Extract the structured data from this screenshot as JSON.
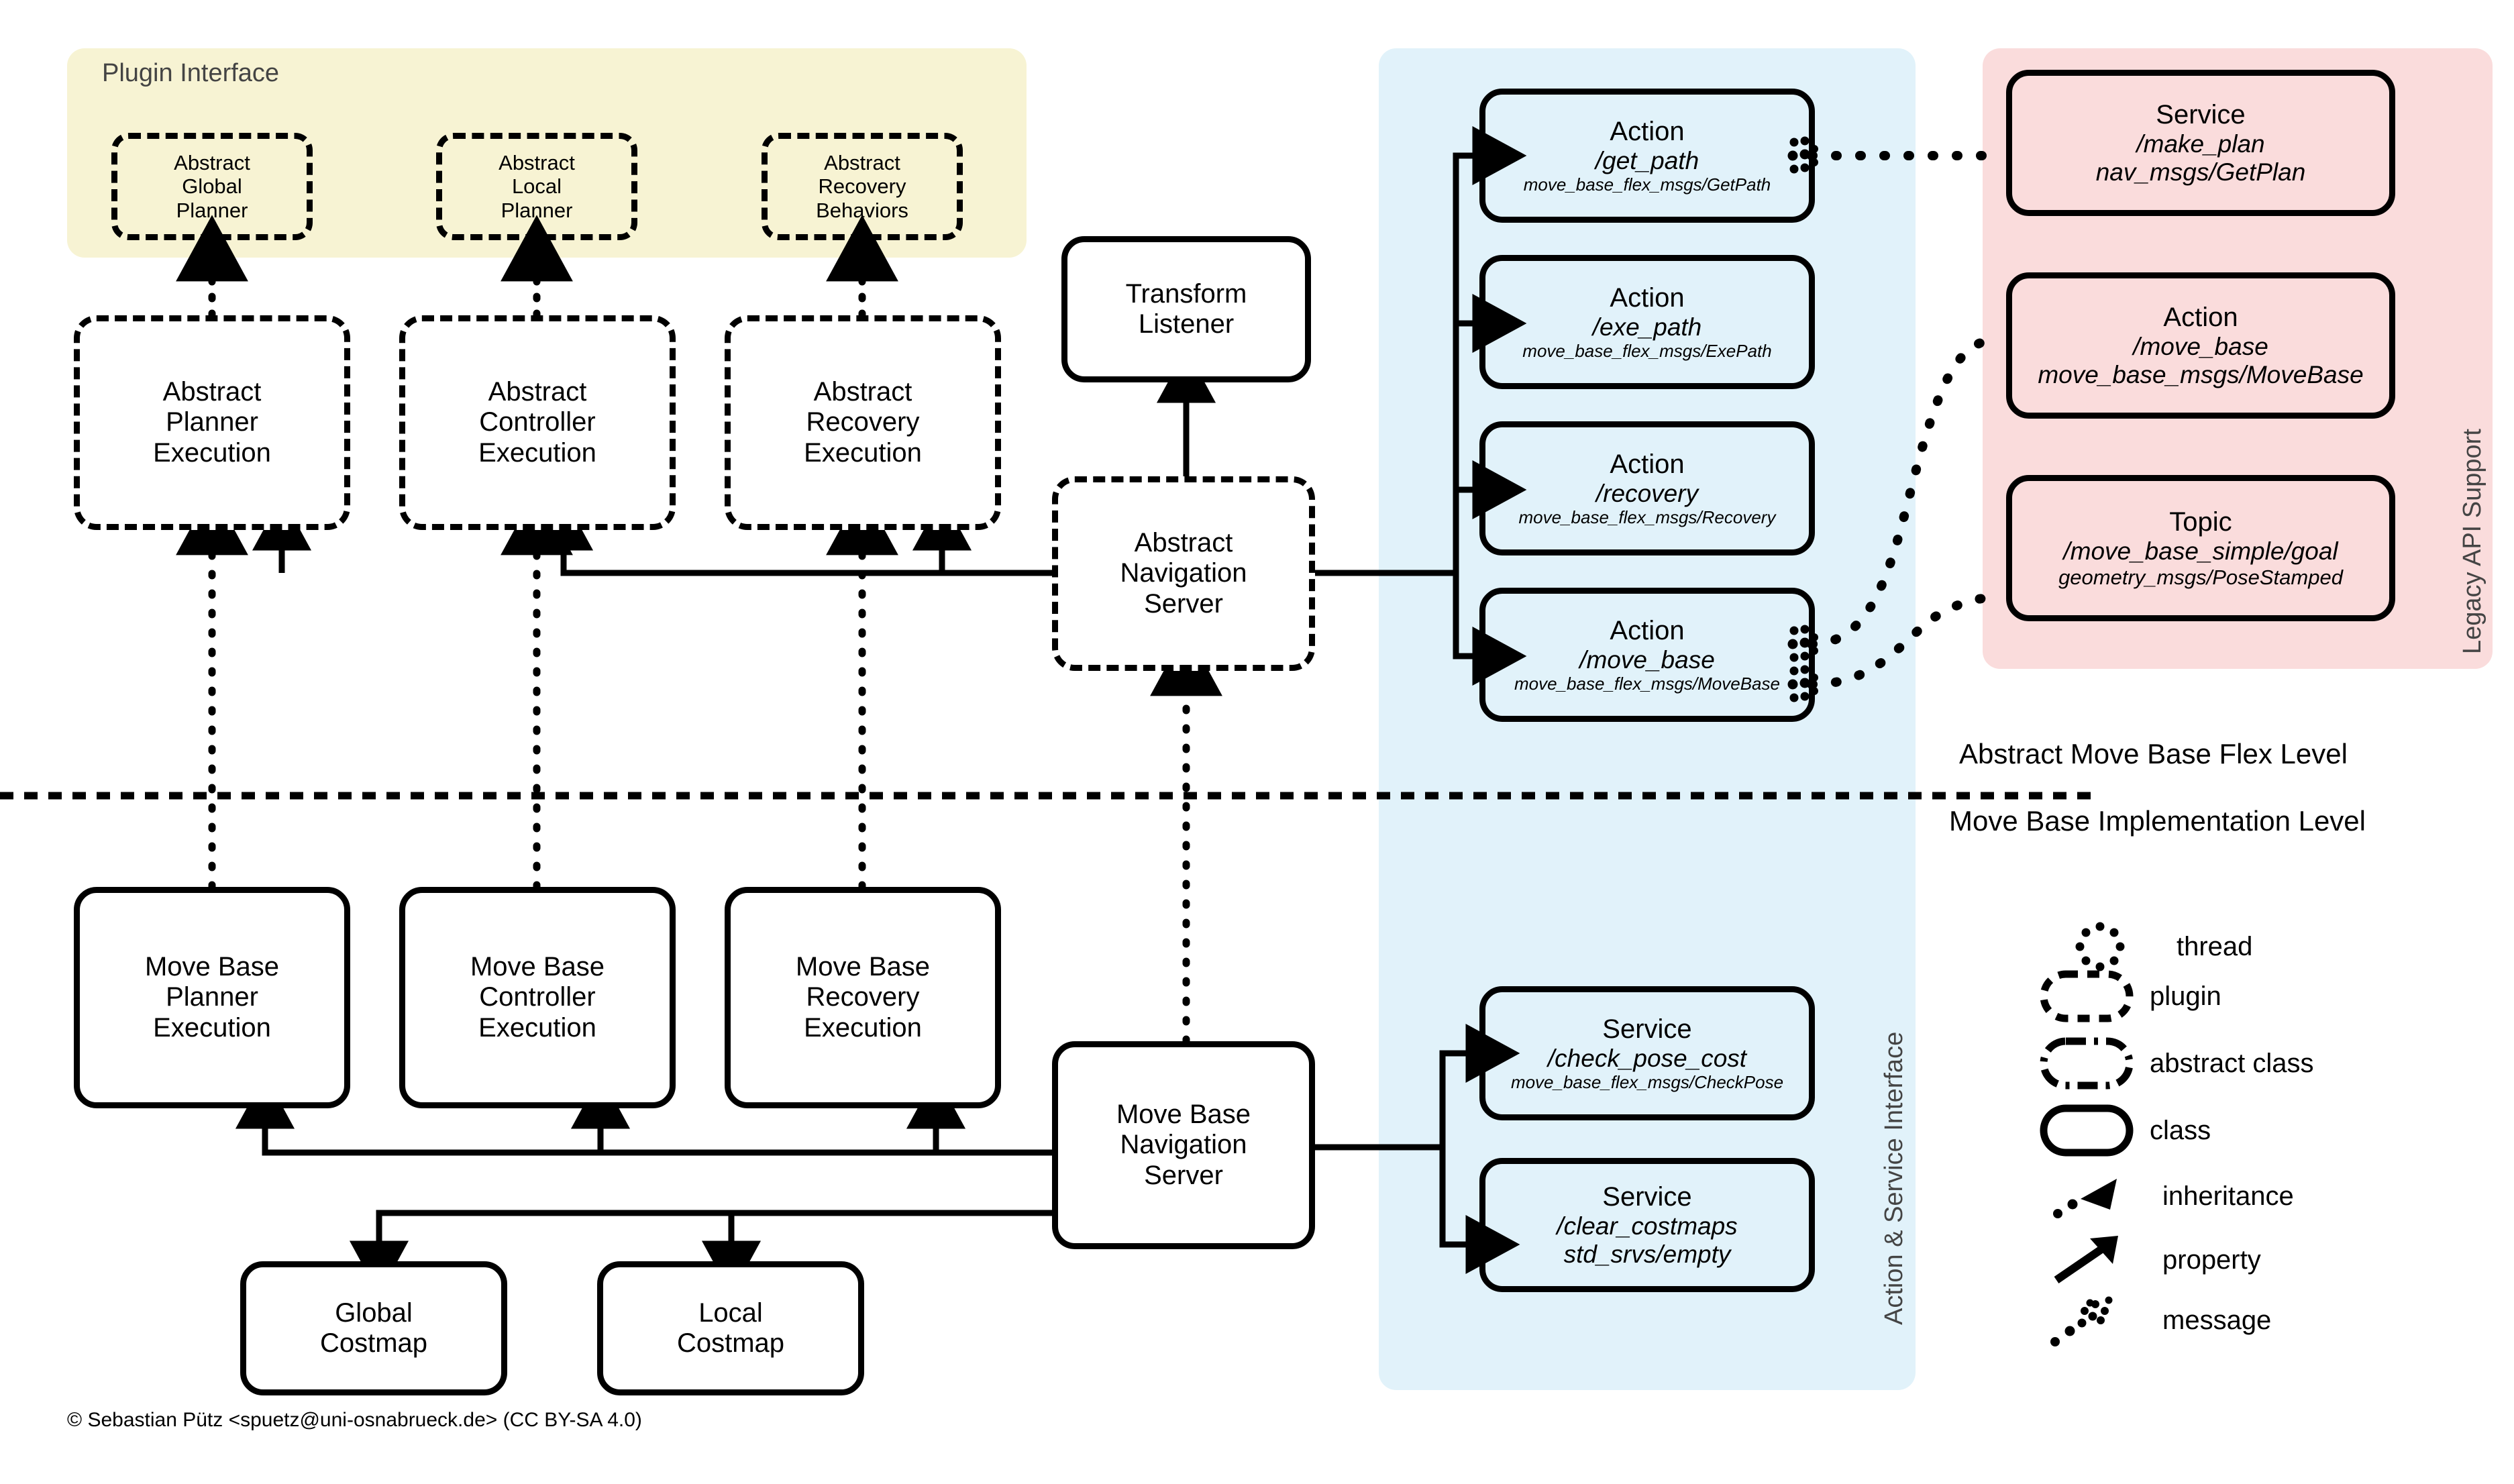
{
  "panels": [
    {
      "id": "plugin-interface",
      "title": "Plugin Interface",
      "color": "#f7f3d3",
      "title_orient": "horizontal"
    },
    {
      "id": "action-service-interface",
      "title": "Action & Service Interface",
      "color": "#e1f2fa",
      "title_orient": "vertical"
    },
    {
      "id": "legacy-api-support",
      "title": "Legacy API Support",
      "color": "#fadcdc",
      "title_orient": "vertical"
    }
  ],
  "plugins": [
    {
      "lines": [
        "Abstract",
        "Global",
        "Planner"
      ]
    },
    {
      "lines": [
        "Abstract",
        "Local",
        "Planner"
      ]
    },
    {
      "lines": [
        "Abstract",
        "Recovery",
        "Behaviors"
      ]
    }
  ],
  "abstract_executions": [
    {
      "lines": [
        "Abstract",
        "Planner",
        "Execution"
      ]
    },
    {
      "lines": [
        "Abstract",
        "Controller",
        "Execution"
      ]
    },
    {
      "lines": [
        "Abstract",
        "Recovery",
        "Execution"
      ]
    }
  ],
  "transform_listener": {
    "lines": [
      "Transform",
      "Listener"
    ]
  },
  "abstract_navigation_server": {
    "lines": [
      "Abstract",
      "Navigation",
      "Server"
    ]
  },
  "move_base_navigation_server": {
    "lines": [
      "Move Base",
      "Navigation",
      "Server"
    ]
  },
  "move_base_executions": [
    {
      "lines": [
        "Move Base",
        "Planner",
        "Execution"
      ]
    },
    {
      "lines": [
        "Move Base",
        "Controller",
        "Execution"
      ]
    },
    {
      "lines": [
        "Move Base",
        "Recovery",
        "Execution"
      ]
    }
  ],
  "costmaps": [
    {
      "lines": [
        "Global",
        "Costmap"
      ]
    },
    {
      "lines": [
        "Local",
        "Costmap"
      ]
    }
  ],
  "actions": [
    {
      "kind": "Action",
      "name": "/get_path",
      "type": "move_base_flex_msgs/GetPath"
    },
    {
      "kind": "Action",
      "name": "/exe_path",
      "type": "move_base_flex_msgs/ExePath"
    },
    {
      "kind": "Action",
      "name": "/recovery",
      "type": "move_base_flex_msgs/Recovery"
    },
    {
      "kind": "Action",
      "name": "/move_base",
      "type": "move_base_flex_msgs/MoveBase"
    }
  ],
  "services": [
    {
      "kind": "Service",
      "name": "/check_pose_cost",
      "type": "move_base_flex_msgs/CheckPose"
    },
    {
      "kind": "Service",
      "name": "/clear_costmaps",
      "type": "std_srvs/empty"
    }
  ],
  "legacy": [
    {
      "kind": "Service",
      "name": "/make_plan",
      "type": "nav_msgs/GetPlan"
    },
    {
      "kind": "Action",
      "name": "/move_base",
      "type": "move_base_msgs/MoveBase"
    },
    {
      "kind": "Topic",
      "name": "/move_base_simple/goal",
      "type": "geometry_msgs/PoseStamped"
    }
  ],
  "levels": {
    "upper": "Abstract Move Base Flex Level",
    "lower": "Move Base Implementation Level"
  },
  "legend": [
    {
      "icon": "thread-icon",
      "label": "thread"
    },
    {
      "icon": "plugin-icon",
      "label": "plugin"
    },
    {
      "icon": "abstract-class-icon",
      "label": "abstract class"
    },
    {
      "icon": "class-icon",
      "label": "class"
    },
    {
      "icon": "inheritance-arrow-icon",
      "label": "inheritance"
    },
    {
      "icon": "property-arrow-icon",
      "label": "property"
    },
    {
      "icon": "message-arrow-icon",
      "label": "message"
    }
  ],
  "credit": "© Sebastian Pütz <spuetz@uni-osnabrueck.de> (CC BY-SA 4.0)"
}
